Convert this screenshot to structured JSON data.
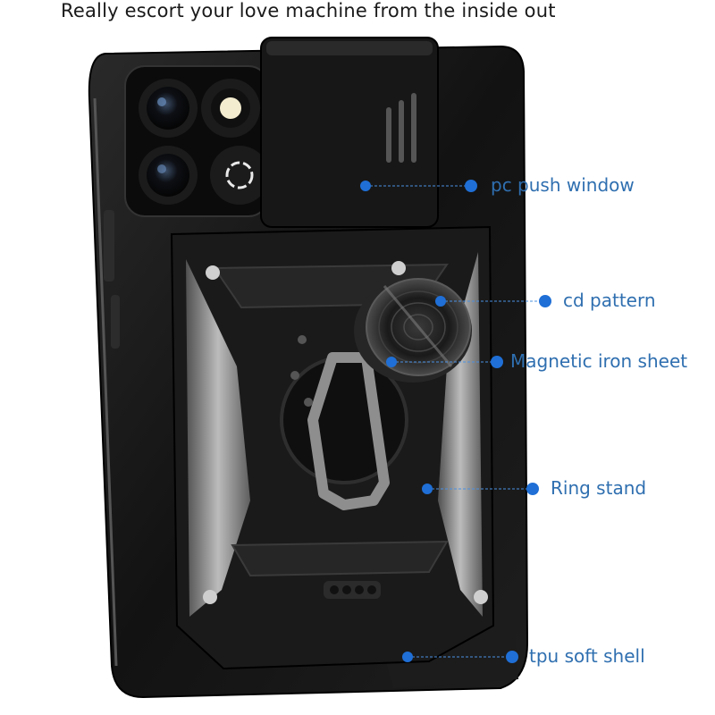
{
  "headline": "Really escort your love machine from the inside out",
  "accent_color": "#1f6fd6",
  "label_color": "#2f6fb0",
  "case_color": "#141414",
  "callouts": [
    {
      "label": "pc push window"
    },
    {
      "label": "cd pattern"
    },
    {
      "label": "Magnetic iron sheet"
    },
    {
      "label": "Ring stand"
    },
    {
      "label": "tpu soft shell"
    }
  ]
}
